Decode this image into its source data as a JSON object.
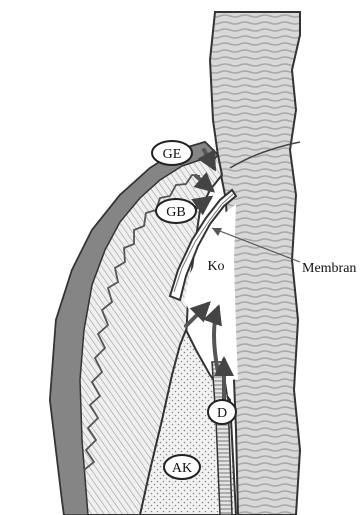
{
  "labels": {
    "ge": "GE",
    "gb": "GB",
    "ko": "Ko",
    "d": "D",
    "ak": "AK",
    "membrane": "Membran"
  },
  "colors": {
    "tooth_hatch": "#9a9a9a",
    "epithelium": "#808080",
    "tissue_hatch": "#b5b5b5",
    "arrow": "#555555",
    "outline": "#333333"
  }
}
